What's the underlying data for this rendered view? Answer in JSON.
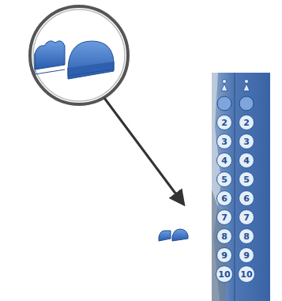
{
  "diagram": {
    "nodes": [
      {
        "text": [
          "2"
        ]
      },
      {
        "text": [
          "2"
        ]
      },
      {
        "text": [
          "3"
        ]
      },
      {
        "text": [
          "3"
        ]
      },
      {
        "text": [
          "4"
        ]
      },
      {
        "text": [
          "4"
        ]
      },
      {
        "text": [
          "5"
        ]
      },
      {
        "text": [
          "5"
        ]
      },
      {
        "text": [
          "6"
        ]
      },
      {
        "text": [
          "6"
        ]
      },
      {
        "text": [
          "7"
        ]
      },
      {
        "text": [
          "7"
        ]
      },
      {
        "text": [
          "8"
        ]
      },
      {
        "text": [
          "8"
        ]
      },
      {
        "text": [
          "9"
        ]
      },
      {
        "text": [
          "9"
        ]
      },
      {
        "text": [
          "10"
        ]
      },
      {
        "text": [
          "10"
        ]
      }
    ]
  }
}
